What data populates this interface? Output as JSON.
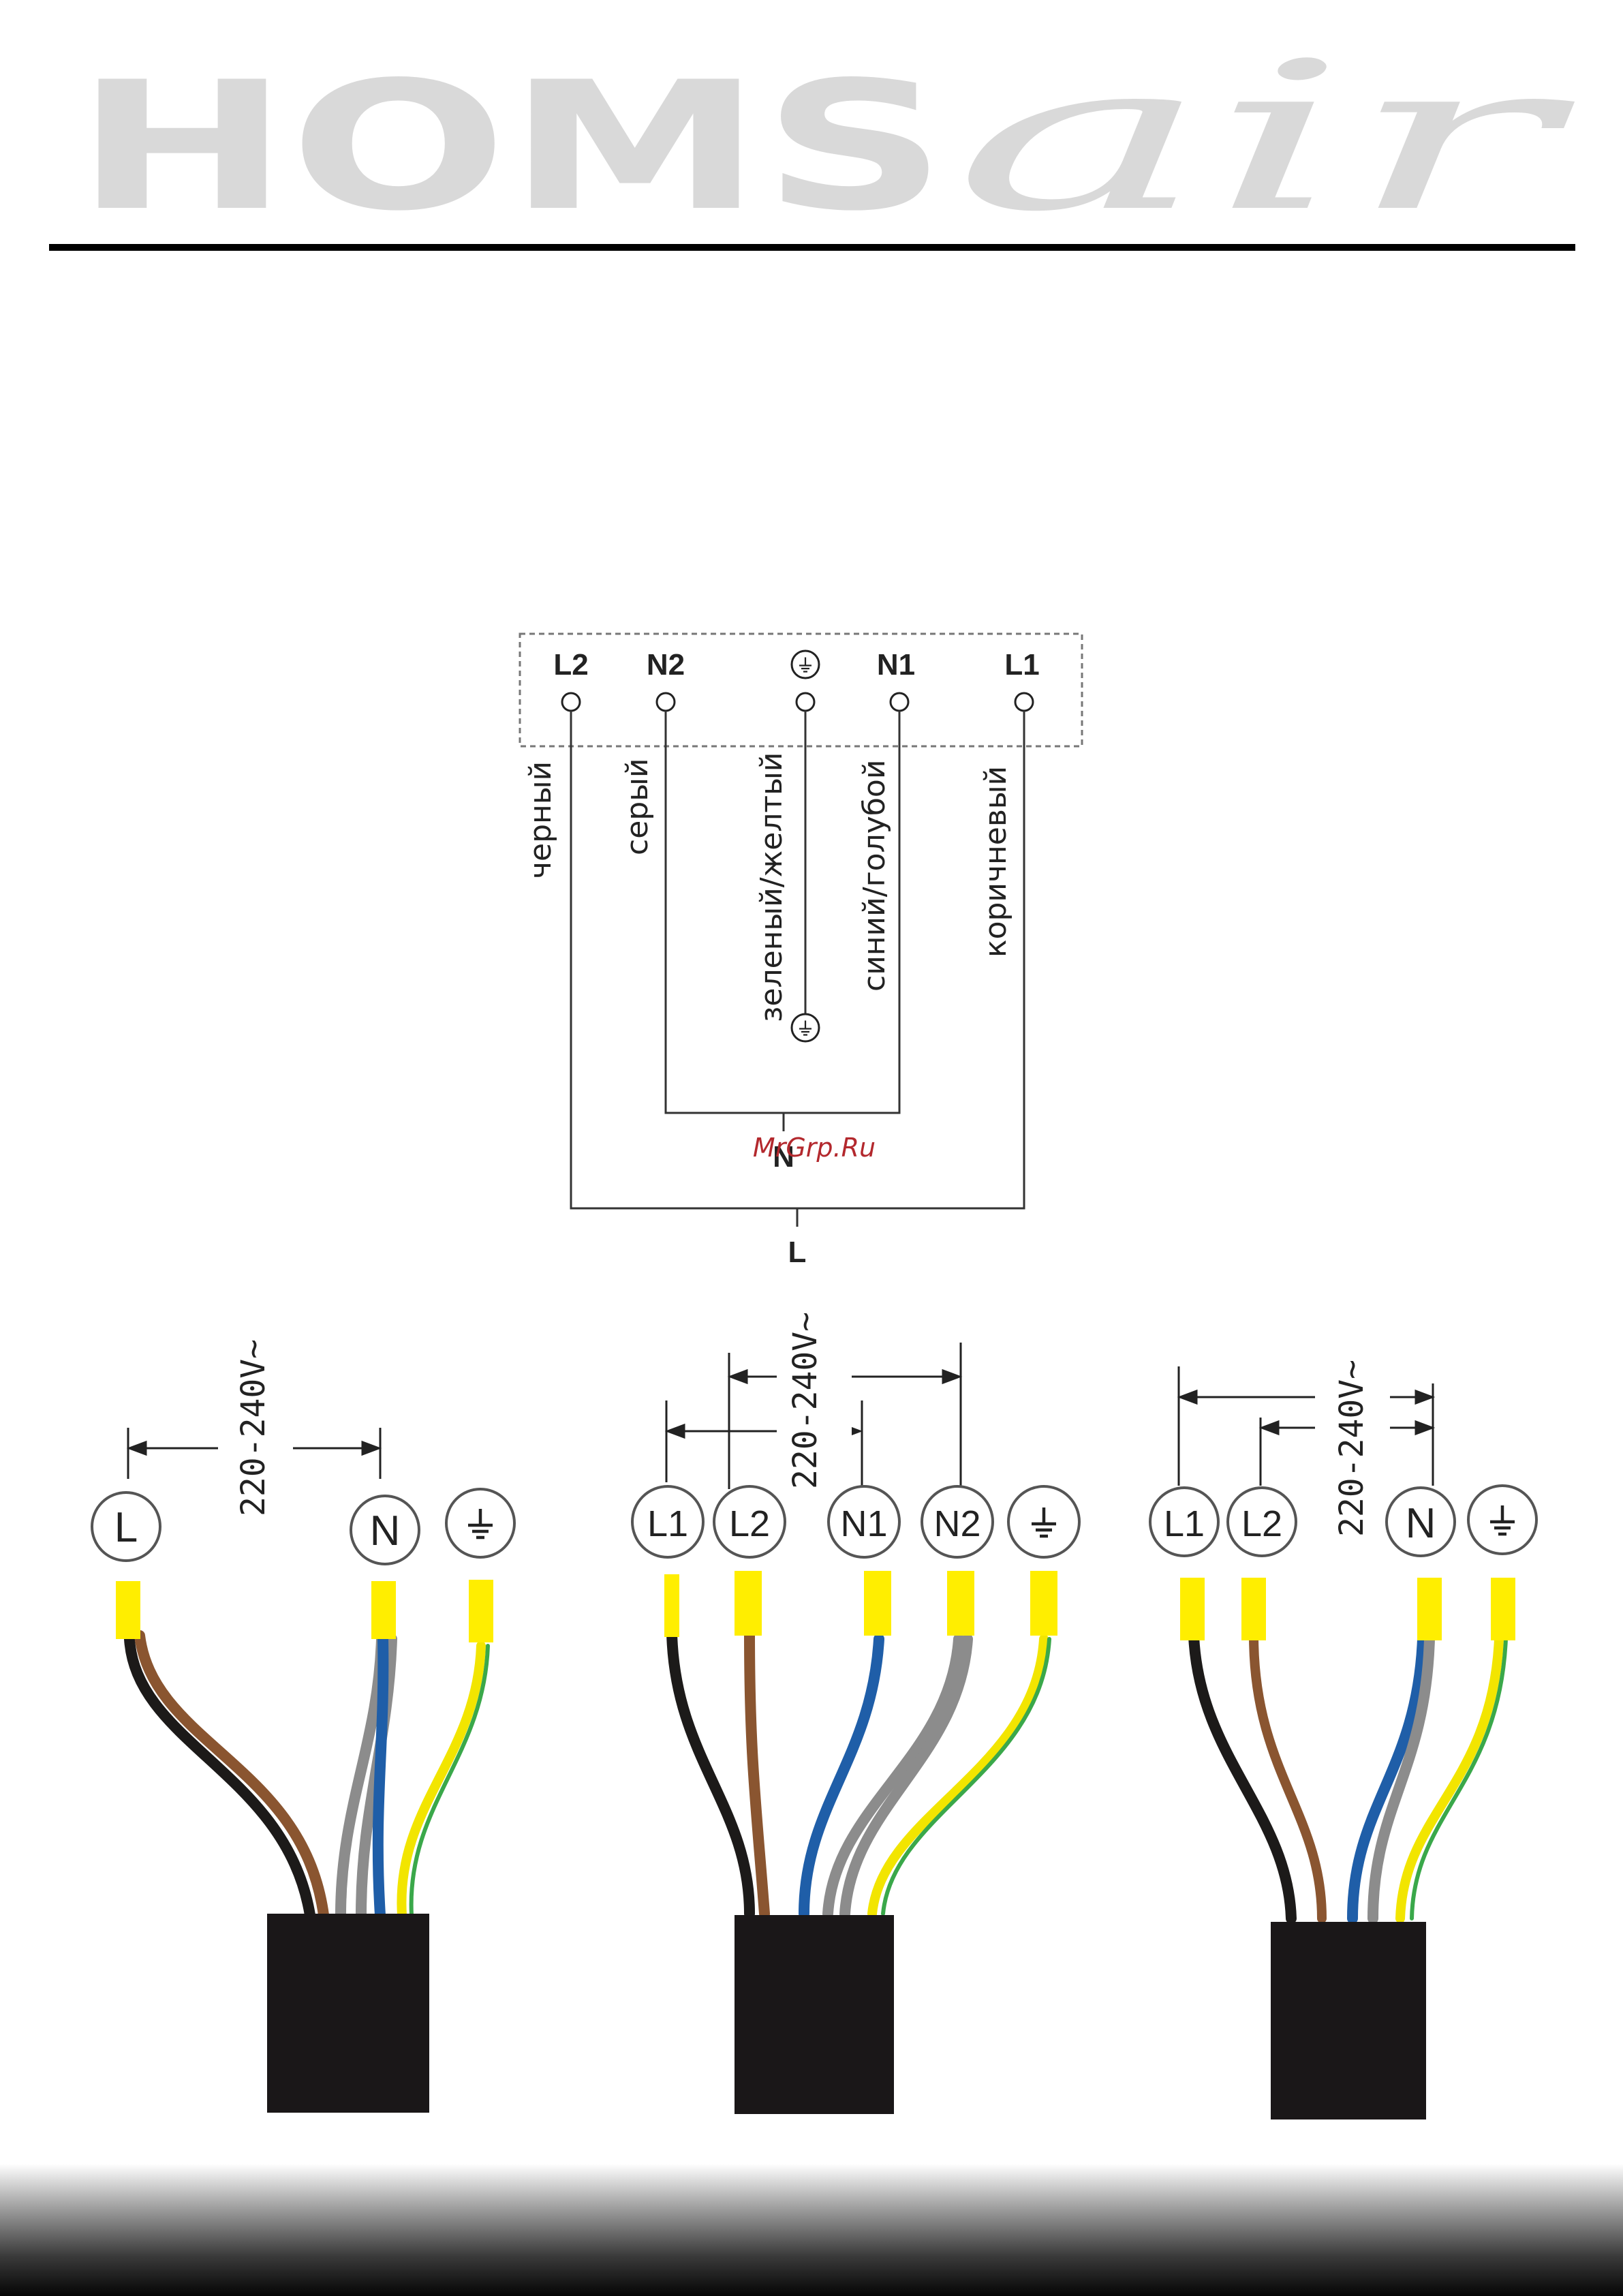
{
  "logo": {
    "brand": "HOMS",
    "script": "air"
  },
  "terminal_block": {
    "terminals": [
      "L2",
      "N2",
      "⏚",
      "N1",
      "L1"
    ]
  },
  "wire_labels": [
    "черный",
    "серый",
    "зеленый/желтый",
    "синий/голубой",
    "коричневый"
  ],
  "joins": {
    "neutral": "N",
    "line": "L"
  },
  "watermark": "MrGrp.Ru",
  "wiring_options": [
    {
      "voltage": "220-240V~",
      "terminals": [
        "L",
        "N",
        "⏚"
      ]
    },
    {
      "voltage": "220-240V~",
      "terminals": [
        "L1",
        "L2",
        "N1",
        "N2",
        "⏚"
      ]
    },
    {
      "voltage": "220-240V~",
      "terminals": [
        "L1",
        "L2",
        "N",
        "⏚"
      ]
    }
  ],
  "colors": {
    "black": "#1c1a19",
    "brown": "#8a5530",
    "grey": "#8c8c8c",
    "blue": "#1f5ea8",
    "green": "#3aa84a",
    "yellow": "#f2e500",
    "ferrule": "#ffee00",
    "logo": "#d9d9d9",
    "watermark": "#b3282d"
  }
}
